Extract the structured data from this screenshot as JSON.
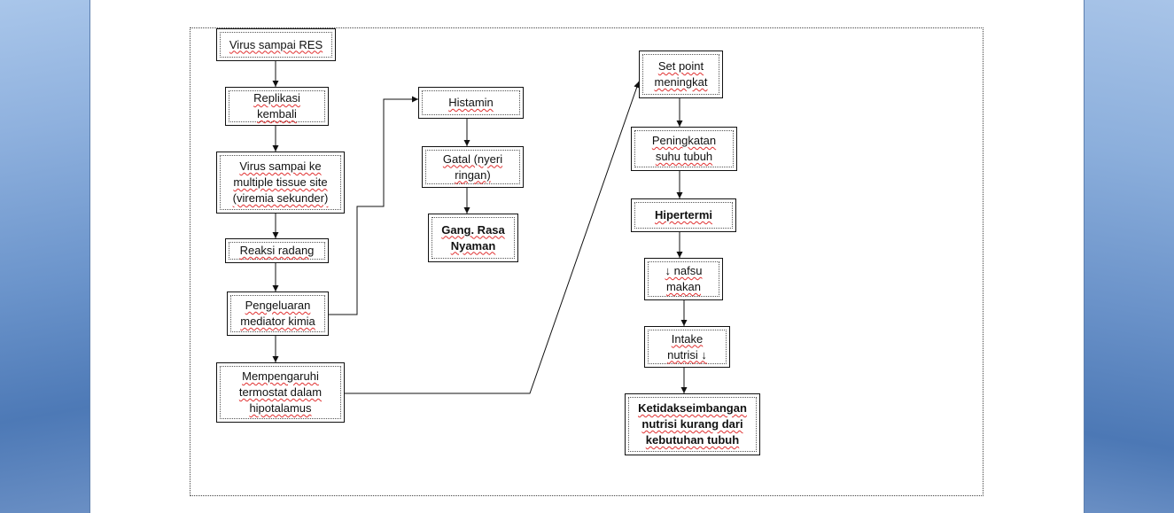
{
  "nodes": {
    "n1": "Virus sampai RES",
    "n2": "Replikasi\nkembali",
    "n3": "Virus sampai ke\nmultiple tissue site\n(viremia sekunder)",
    "n4": "Reaksi radang",
    "n5": "Pengeluaran\nmediator kimia",
    "n6": "Mempengaruhi\ntermostat dalam\nhipotalamus",
    "n7": "Histamin",
    "n8": "Gatal (nyeri\nringan)",
    "n9": "Gang. Rasa\nNyaman",
    "n10": "Set point\nmeningkat",
    "n11": "Peningkatan\nsuhu tubuh",
    "n12": "Hipertermi",
    "n13": "↓ nafsu\nmakan",
    "n14": "Intake\nnutrisi ↓",
    "n15": "Ketidakseimbangan\nnutrisi kurang dari\nkebutuhan tubuh"
  },
  "colors": {
    "desktop": "#6f93c4",
    "page": "#ffffff",
    "line": "#111111",
    "spellcheck": "#e03030"
  }
}
